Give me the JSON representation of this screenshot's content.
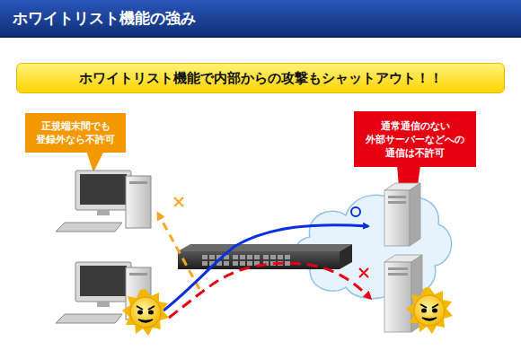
{
  "diagram": {
    "title": "ホワイトリスト機能の強み",
    "nodes": [
      {
        "text": [
          "ホワイトリスト機能で内部からの攻撃もシャットアウト！！"
        ]
      },
      {
        "text": [
          "正規端末間でも 登録外なら不許可"
        ]
      },
      {
        "text": [
          "通常通信のない 外部サーバーなどへの 通信は不許可"
        ]
      }
    ]
  }
}
